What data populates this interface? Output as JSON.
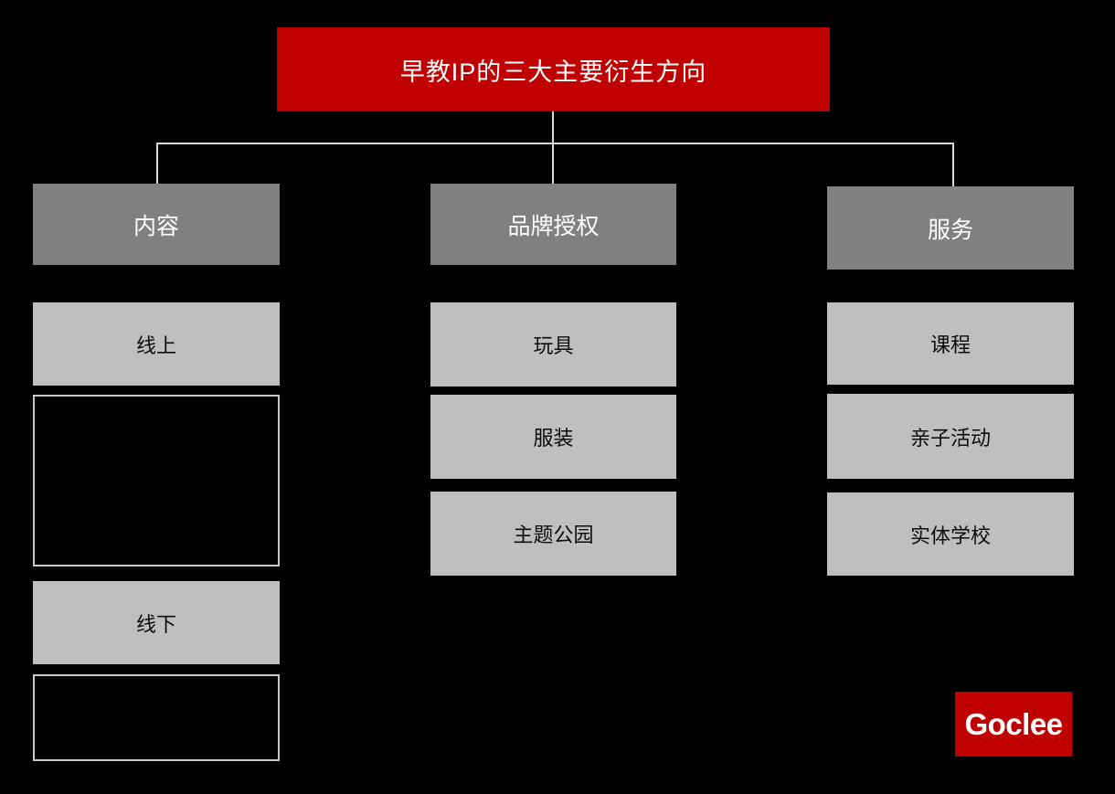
{
  "diagram": {
    "type": "tree",
    "title": "早教IP的三大主要衍生方向",
    "branches": [
      {
        "id": "content",
        "head": "内容",
        "children": [
          {
            "label": "线上",
            "style": "filled"
          },
          {
            "label": "",
            "style": "outlined-empty"
          },
          {
            "label": "线下",
            "style": "filled"
          },
          {
            "label": "",
            "style": "outlined-empty"
          }
        ]
      },
      {
        "id": "brand-licensing",
        "head": "品牌授权",
        "children": [
          {
            "label": "玩具",
            "style": "filled"
          },
          {
            "label": "服装",
            "style": "filled"
          },
          {
            "label": "主题公园",
            "style": "filled"
          }
        ]
      },
      {
        "id": "service",
        "head": "服务",
        "children": [
          {
            "label": "课程",
            "style": "filled"
          },
          {
            "label": "亲子活动",
            "style": "filled"
          },
          {
            "label": "实体学校",
            "style": "filled"
          }
        ]
      }
    ]
  },
  "logo": {
    "text": "Goclee"
  },
  "colors": {
    "background": "#000000",
    "title_fill": "#C00000",
    "head_fill": "#808080",
    "child_fill": "#BFBFBF",
    "connector": "#D9D9D9",
    "outline": "#C8C8C8",
    "title_text": "#FFFFFF",
    "head_text": "#FFFFFF",
    "child_text": "#0D0D0D",
    "logo_fill": "#C00000",
    "logo_text": "#FFFFFF"
  }
}
